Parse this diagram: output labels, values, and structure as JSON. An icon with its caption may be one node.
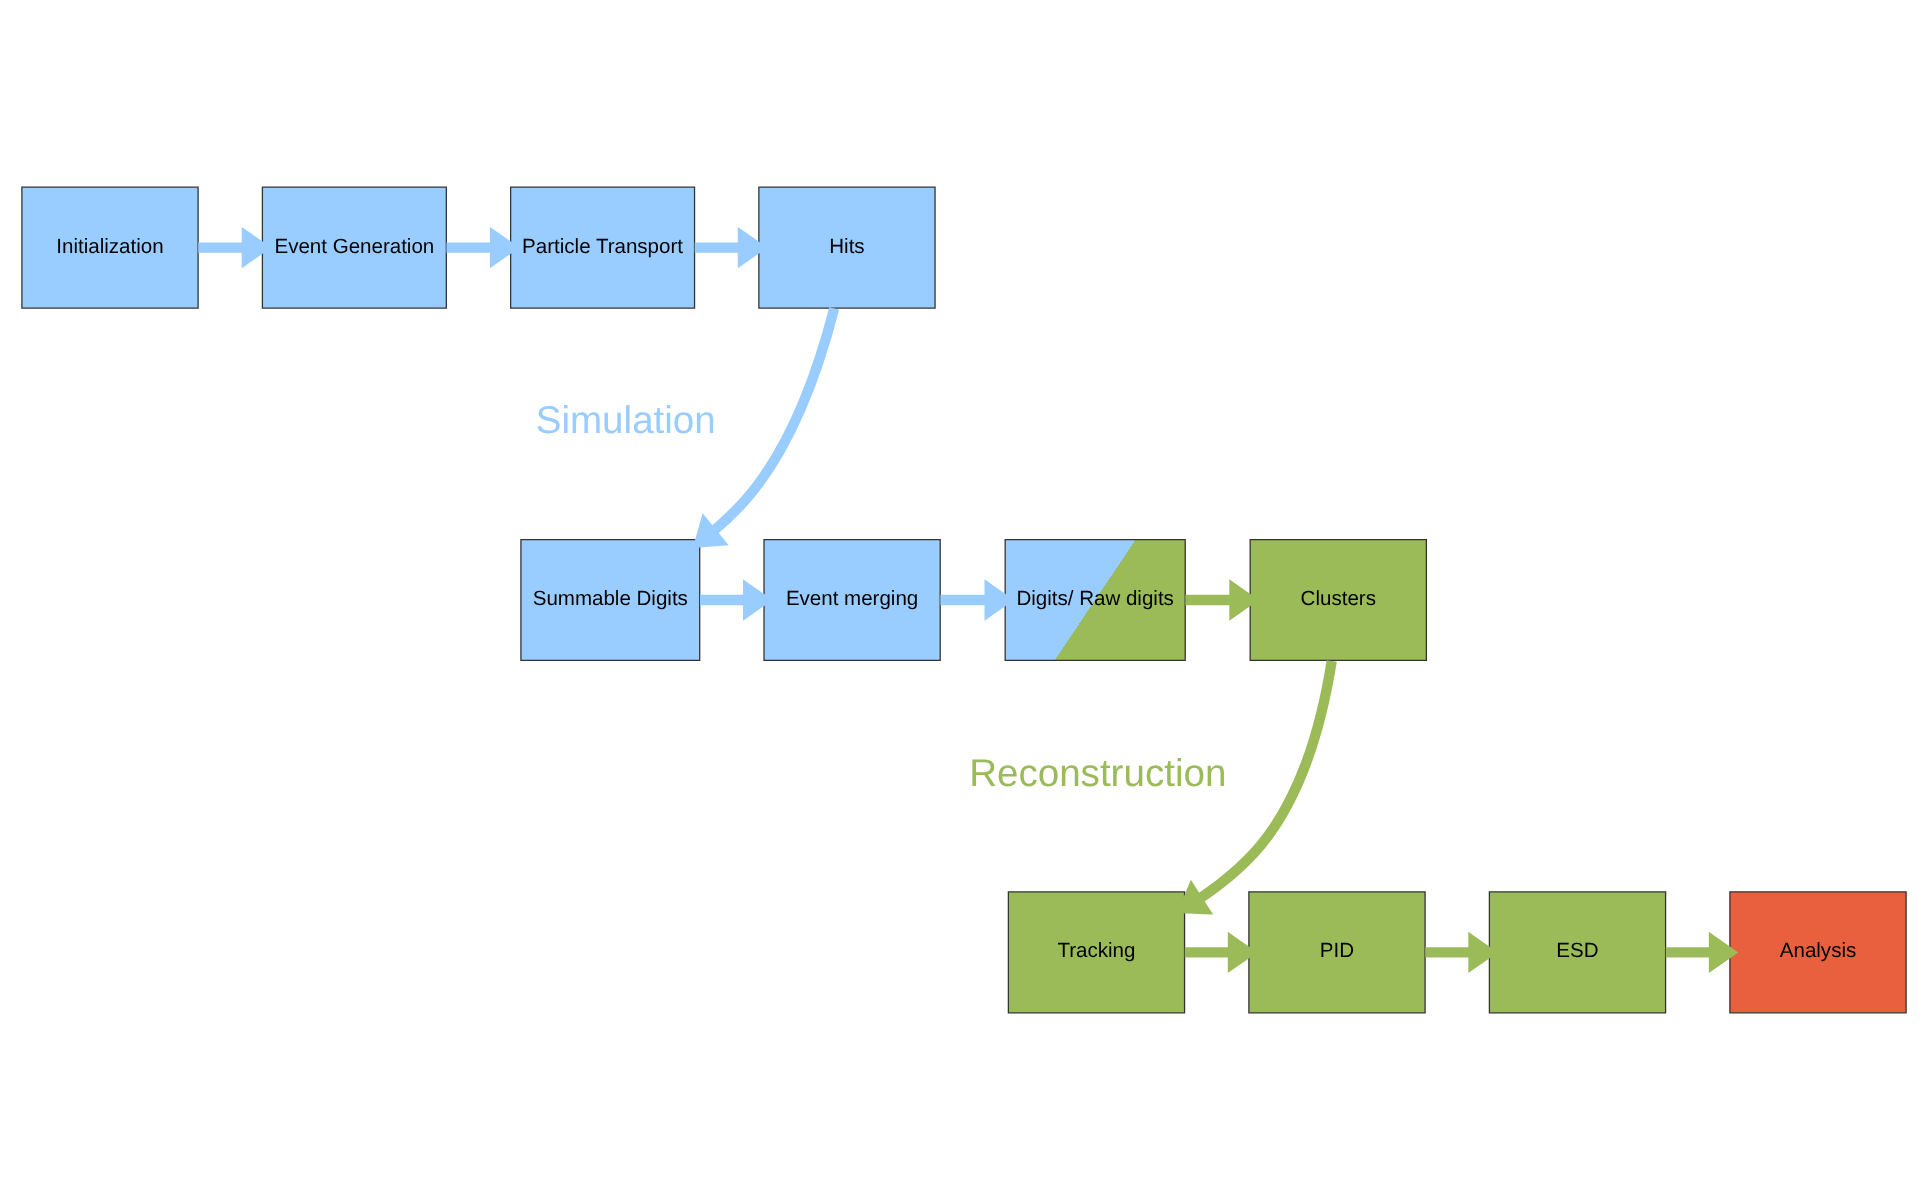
{
  "diagram": {
    "nodes": [
      {
        "text": [
          "Initialization"
        ]
      },
      {
        "text": [
          "Event Generation"
        ]
      },
      {
        "text": [
          "Particle Transport"
        ]
      },
      {
        "text": [
          "Hits"
        ]
      },
      {
        "text": [
          "Summable Digits"
        ]
      },
      {
        "text": [
          "Event merging"
        ]
      },
      {
        "text": [
          "Digits/ Raw digits"
        ]
      },
      {
        "text": [
          "Clusters"
        ]
      },
      {
        "text": [
          "Tracking"
        ]
      },
      {
        "text": [
          "PID"
        ]
      },
      {
        "text": [
          "ESD"
        ]
      },
      {
        "text": [
          "Analysis"
        ]
      }
    ],
    "edges": [
      {
        "from": 0,
        "to": 1,
        "arrow": "to"
      },
      {
        "from": 1,
        "to": 2,
        "arrow": "to"
      },
      {
        "from": 2,
        "to": 3,
        "arrow": "to"
      },
      {
        "from": 3,
        "to": 4,
        "arrow": "to"
      },
      {
        "from": 4,
        "to": 5,
        "arrow": "to"
      },
      {
        "from": 5,
        "to": 6,
        "arrow": "to"
      },
      {
        "from": 6,
        "to": 7,
        "arrow": "to",
        "color": "#9bbb59"
      },
      {
        "from": 7,
        "to": 8,
        "arrow": "to",
        "color": "#9bbb59"
      },
      {
        "from": 8,
        "to": 9,
        "arrow": "to",
        "color": "#9bbb59"
      },
      {
        "from": 9,
        "to": 10,
        "arrow": "to",
        "color": "#9bbb59"
      },
      {
        "from": 10,
        "to": 11,
        "arrow": "to",
        "color": "#9bbb59"
      }
    ],
    "labels": [
      "Simulation",
      "Reconstruction"
    ]
  }
}
